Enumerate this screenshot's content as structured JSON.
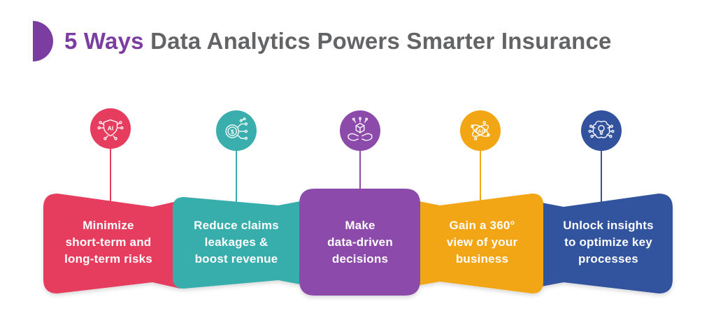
{
  "title": {
    "highlight": "5 Ways",
    "rest": " Data Analytics Powers Smarter Insurance"
  },
  "cards": [
    {
      "name": "minimize-risks",
      "color": "#E63C5E",
      "icon": "ai-shield-icon",
      "icon_text": "AI",
      "text": "Minimize\nshort-term and\nlong-term risks"
    },
    {
      "name": "reduce-claims",
      "color": "#39AEAC",
      "icon": "dollar-circuit-icon",
      "icon_text": "$",
      "text": "Reduce claims\nleakages &\nboost revenue"
    },
    {
      "name": "data-driven",
      "color": "#8C4BAA",
      "icon": "hands-cube-icon",
      "icon_text": "",
      "text": "Make\ndata-driven\ndecisions"
    },
    {
      "name": "360-view",
      "color": "#F2A614",
      "icon": "atom-ai-icon",
      "icon_text": "AI",
      "text": "Gain a 360°\nview of your\nbusiness"
    },
    {
      "name": "unlock-insights",
      "color": "#33529E",
      "icon": "brain-bulb-icon",
      "icon_text": "",
      "text": "Unlock insights\nto optimize key\nprocesses"
    }
  ],
  "theme": {
    "title_highlight_color": "#7B3EA0",
    "title_text_color": "#636466",
    "background": "#FFFFFF"
  }
}
